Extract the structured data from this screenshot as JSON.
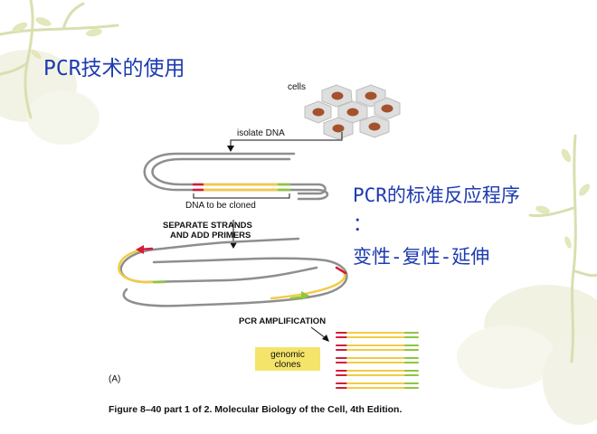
{
  "slide": {
    "title": "PCR技术的使用",
    "side_text": {
      "line1": "PCR的标准反应程序",
      "line2": "：",
      "line3": "变性-复性-延伸"
    }
  },
  "figure": {
    "labels": {
      "cells": "cells",
      "isolate": "isolate DNA",
      "to_be_cloned": "DNA to be cloned",
      "separate_1": "SEPARATE STRANDS",
      "separate_2": "AND ADD PRIMERS",
      "amplification": "PCR AMPLIFICATION",
      "genomic_1": "genomic",
      "genomic_2": "clones",
      "panel": "(A)"
    },
    "caption": "Figure 8–40 part 1 of 2. Molecular Biology of the Cell, 4th Edition.",
    "colors": {
      "strand": "#8e8e8e",
      "target": "#f1cc44",
      "primer_left": "#d41b3c",
      "primer_right": "#8dc63f",
      "cell_fill": "#dedede",
      "nucleus": "#a4522d",
      "genomic_box": "#f5e46a",
      "text_blue": "#1d3bb0"
    }
  }
}
